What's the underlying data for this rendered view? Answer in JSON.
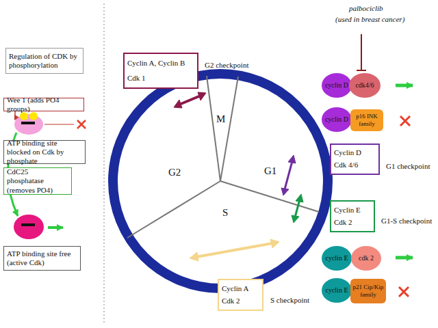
{
  "diagram": {
    "nodes": [
      {
        "text": [
          "Regulation of CDK by phosphorylation"
        ]
      },
      {
        "text": [
          "Wee 1 (adds PO4 groups)"
        ]
      },
      {
        "text": [
          "ATP binding site blocked on Cdk by phosphate"
        ]
      },
      {
        "text": [
          "CdC25 phosphatase (removes PO4)"
        ]
      },
      {
        "text": [
          "ATP binding site free (active Cdk)"
        ]
      },
      {
        "text": [
          "Cyclin A, Cyclin B",
          "Cdk 1",
          "G2 checkpoint"
        ]
      },
      {
        "text": [
          "cyclin D"
        ]
      },
      {
        "text": [
          "cdk4/6"
        ]
      },
      {
        "text": [
          "cyclin D"
        ]
      },
      {
        "text": [
          "p16 INK family"
        ]
      },
      {
        "text": [
          "Cyclin D",
          "Cdk 4/6",
          "G1 checkpoint"
        ]
      },
      {
        "text": [
          "Cyclin E",
          "Cdk 2",
          "G1-S checkpoint"
        ]
      },
      {
        "text": [
          "cyclin E"
        ]
      },
      {
        "text": [
          "cdk 2"
        ]
      },
      {
        "text": [
          "cyclin E"
        ]
      },
      {
        "text": [
          "p21 Cip/Kip family"
        ]
      },
      {
        "text": [
          "Cyclin A",
          "Cdk 2",
          "S checkpoint"
        ]
      }
    ],
    "labels": [
      "palbociclib",
      "(used in breast cancer)",
      "M",
      "G1",
      "S",
      "G2"
    ]
  }
}
